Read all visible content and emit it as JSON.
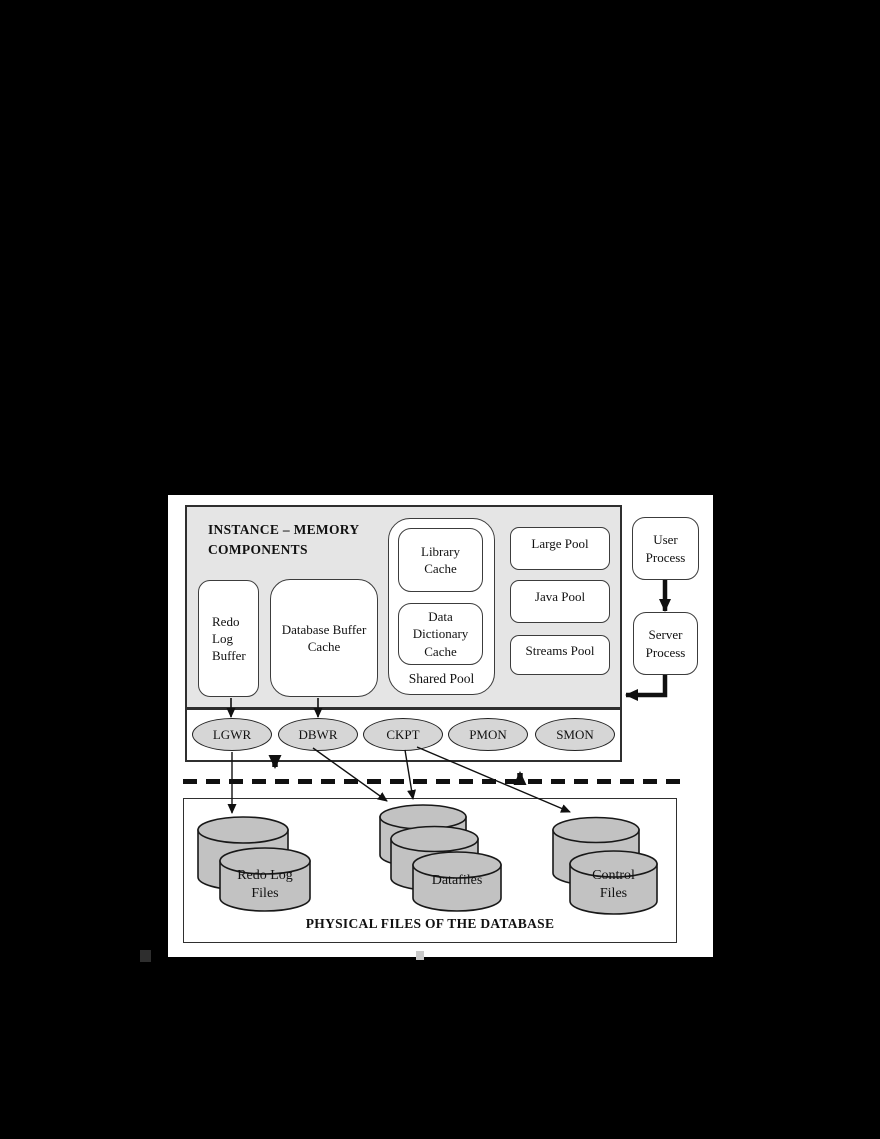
{
  "colors": {
    "page_background": "#000000",
    "canvas_background": "#ffffff",
    "instance_fill": "#e5e5e5",
    "node_fill": "#ffffff",
    "process_ellipse_fill": "#d6d6d6",
    "cylinder_fill": "#c2c2c2",
    "line_color": "#141414"
  },
  "instance": {
    "title": "INSTANCE – MEMORY COMPONENTS",
    "redo_log_buffer": "Redo Log Buffer",
    "database_buffer_cache": "Database Buffer Cache",
    "shared_pool": {
      "label": "Shared Pool",
      "library_cache": "Library Cache",
      "data_dictionary_cache": "Data Dictionary Cache"
    },
    "pools": {
      "large": "Large Pool",
      "java": "Java Pool",
      "streams": "Streams Pool"
    }
  },
  "client": {
    "user_process": "User Process",
    "server_process": "Server Process"
  },
  "background_processes": [
    "LGWR",
    "DBWR",
    "CKPT",
    "PMON",
    "SMON"
  ],
  "physical": {
    "title": "PHYSICAL FILES OF THE DATABASE",
    "redo_log_files": "Redo Log Files",
    "datafiles": "Datafiles",
    "control_files": "Control Files"
  }
}
